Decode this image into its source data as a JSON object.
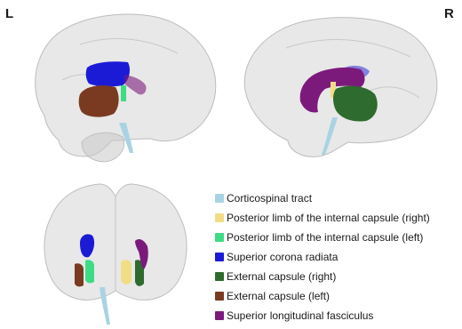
{
  "orientation": {
    "left_label": "L",
    "right_label": "R"
  },
  "colors": {
    "brain_fill": "#d6d6d6",
    "brain_stroke": "#bdbdbd",
    "corticospinal_tract": "#a9d3e3",
    "plic_right": "#f1dd86",
    "plic_left": "#3ddc84",
    "superior_corona_radiata": "#1b1bd6",
    "external_capsule_right": "#2e6b2e",
    "external_capsule_left": "#7a3a22",
    "superior_longitudinal_fasciculus": "#7c1a7c"
  },
  "legend": {
    "items": [
      {
        "label": "Corticospinal tract",
        "color": "#a9d3e3"
      },
      {
        "label": "Posterior limb of the internal capsule (right)",
        "color": "#f1dd86"
      },
      {
        "label": "Posterior limb of the internal capsule (left)",
        "color": "#3ddc84"
      },
      {
        "label": "Superior corona radiata",
        "color": "#1b1bd6"
      },
      {
        "label": "External capsule (right)",
        "color": "#2e6b2e"
      },
      {
        "label": "External capsule (left)",
        "color": "#7a3a22"
      },
      {
        "label": "Superior longitudinal fasciculus",
        "color": "#7c1a7c"
      }
    ]
  }
}
